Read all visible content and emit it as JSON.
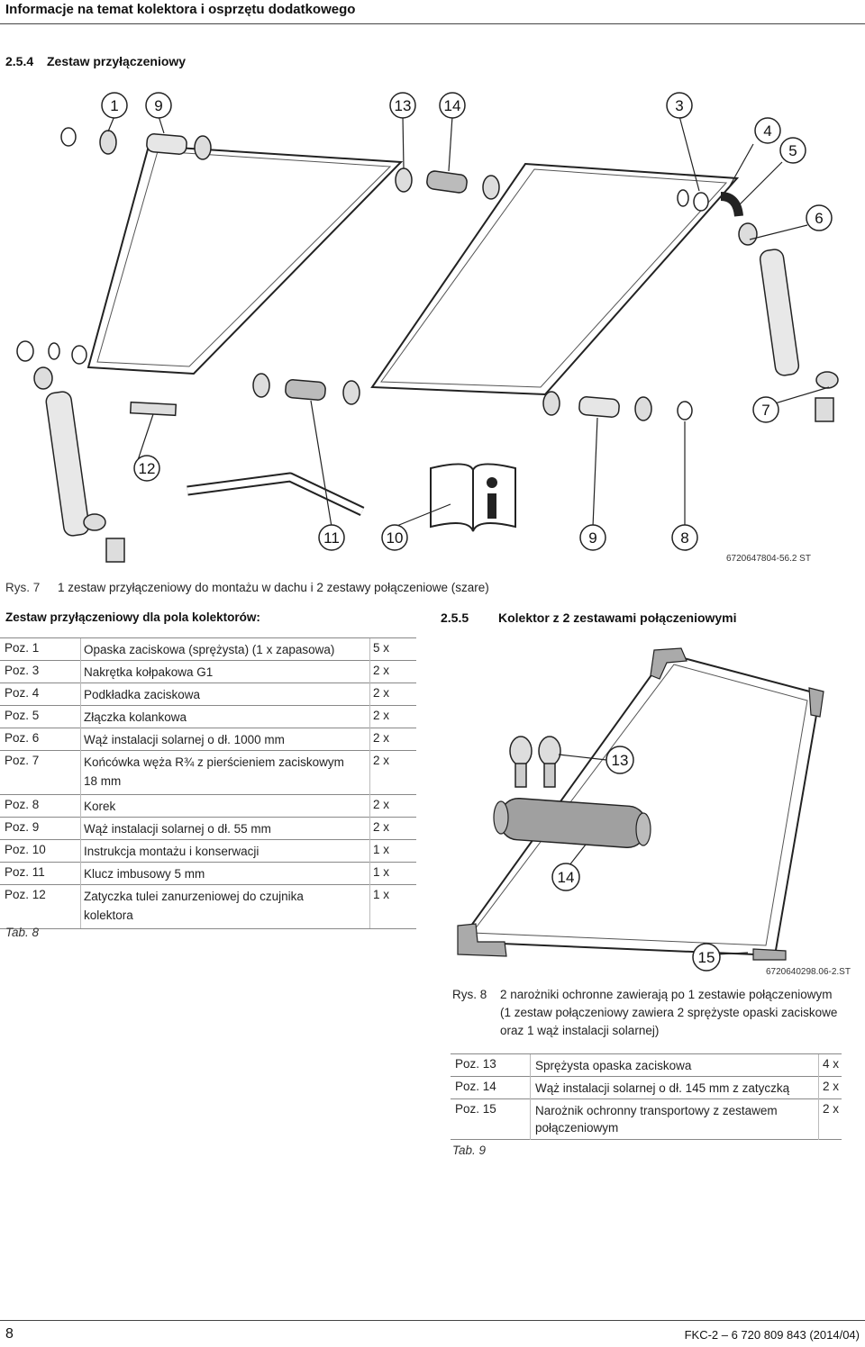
{
  "header": {
    "title": "Informacje na temat kolektora i osprzętu dodatkowego"
  },
  "section1": {
    "number": "2.5.4",
    "title": "Zestaw przyłączeniowy"
  },
  "figure1": {
    "callouts": [
      "1",
      "9",
      "13",
      "14",
      "3",
      "4",
      "5",
      "6",
      "7",
      "12",
      "11",
      "10",
      "9",
      "8"
    ],
    "code": "6720647804-56.2 ST",
    "caption_label": "Rys. 7",
    "caption_text": "1 zestaw przyłączeniowy do montażu w dachu i 2 zestawy połączeniowe (szare)",
    "book_icon": "info-book-icon"
  },
  "table1": {
    "heading": "Zestaw przyłączeniowy dla pola kolektorów:",
    "rows": [
      {
        "pos": "Poz. 1",
        "desc": "Opaska zaciskowa (sprężysta) (1 x zapasowa)",
        "qty": "5 x"
      },
      {
        "pos": "Poz. 3",
        "desc": "Nakrętka kołpakowa G1",
        "qty": "2 x"
      },
      {
        "pos": "Poz. 4",
        "desc": "Podkładka zaciskowa",
        "qty": "2 x"
      },
      {
        "pos": "Poz. 5",
        "desc": "Złączka kolankowa",
        "qty": "2 x"
      },
      {
        "pos": "Poz. 6",
        "desc": "Wąż instalacji solarnej o dł. 1000 mm",
        "qty": "2 x"
      },
      {
        "pos": "Poz. 7",
        "desc": "Końcówka węża R¾ z pierścieniem zaciskowym",
        "desc2": "18 mm",
        "qty": "2 x"
      },
      {
        "pos": "Poz. 8",
        "desc": "Korek",
        "qty": "2 x"
      },
      {
        "pos": "Poz. 9",
        "desc": "Wąż instalacji solarnej o dł. 55 mm",
        "qty": "2 x"
      },
      {
        "pos": "Poz. 10",
        "desc": "Instrukcja montażu i konserwacji",
        "qty": "1 x"
      },
      {
        "pos": "Poz. 11",
        "desc": "Klucz imbusowy 5 mm",
        "qty": "1 x"
      },
      {
        "pos": "Poz. 12",
        "desc": "Zatyczka tulei zanurzeniowej do czujnika",
        "desc2": "kolektora",
        "qty": "1 x"
      }
    ],
    "label": "Tab. 8"
  },
  "section2": {
    "number": "2.5.5",
    "title": "Kolektor z 2 zestawami połączeniowymi"
  },
  "figure2": {
    "callouts": [
      "13",
      "14",
      "15"
    ],
    "code": "6720640298.06-2.ST",
    "caption_label": "Rys. 8",
    "caption_lines": [
      "2 narożniki ochronne zawierają po 1 zestawie połączeniowym",
      "(1 zestaw połączeniowy zawiera 2 sprężyste opaski zaciskowe",
      "oraz 1 wąż instalacji solarnej)"
    ]
  },
  "table2": {
    "rows": [
      {
        "pos": "Poz. 13",
        "desc": "Sprężysta opaska zaciskowa",
        "qty": "4 x"
      },
      {
        "pos": "Poz. 14",
        "desc": "Wąż instalacji solarnej o dł. 145 mm z zatyczką",
        "qty": "2 x"
      },
      {
        "pos": "Poz. 15",
        "desc": "Narożnik ochronny transportowy z zestawem",
        "desc2": "połączeniowym",
        "qty": "2 x"
      }
    ],
    "label": "Tab. 9"
  },
  "footer": {
    "page": "8",
    "doc": "FKC-2 – 6 720 809 843 (2014/04)"
  }
}
